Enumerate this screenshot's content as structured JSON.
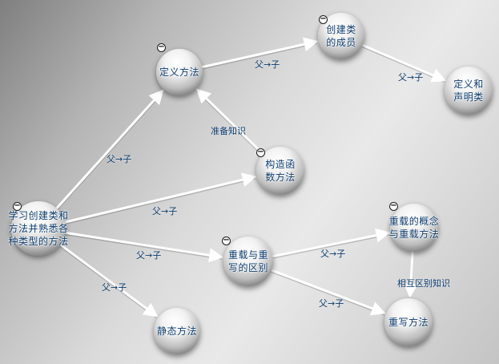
{
  "nodes": [
    {
      "id": "root",
      "label": "学习创建类和\n方法并熟悉各\n种类型的方法",
      "collapse": "−"
    },
    {
      "id": "define_method",
      "label": "定义方法",
      "collapse": "−"
    },
    {
      "id": "class_member",
      "label": "创建类\n的成员",
      "collapse": "−"
    },
    {
      "id": "define_declare",
      "label": "定义和\n声明类",
      "collapse": ""
    },
    {
      "id": "constructor",
      "label": "构造函\n数方法",
      "collapse": "−"
    },
    {
      "id": "overload_override",
      "label": "重载与重\n写的区别",
      "collapse": "−"
    },
    {
      "id": "overload_concept",
      "label": "重载的概念\n与重载方法",
      "collapse": "−"
    },
    {
      "id": "override_method",
      "label": "重写方法",
      "collapse": ""
    },
    {
      "id": "static_method",
      "label": "静态方法",
      "collapse": ""
    }
  ],
  "edges": [
    {
      "from": "root",
      "to": "define_method",
      "label": "父→子"
    },
    {
      "from": "root",
      "to": "constructor",
      "label": "父→子"
    },
    {
      "from": "root",
      "to": "overload_override",
      "label": "父→子"
    },
    {
      "from": "root",
      "to": "static_method",
      "label": "父→子"
    },
    {
      "from": "define_method",
      "to": "class_member",
      "label": "父→子"
    },
    {
      "from": "class_member",
      "to": "define_declare",
      "label": "父→子"
    },
    {
      "from": "constructor",
      "to": "define_method",
      "label": "准备知识"
    },
    {
      "from": "overload_override",
      "to": "overload_concept",
      "label": "父→子"
    },
    {
      "from": "overload_override",
      "to": "override_method",
      "label": "父→子"
    },
    {
      "from": "overload_concept",
      "to": "override_method",
      "label": "相互区别知识"
    }
  ]
}
